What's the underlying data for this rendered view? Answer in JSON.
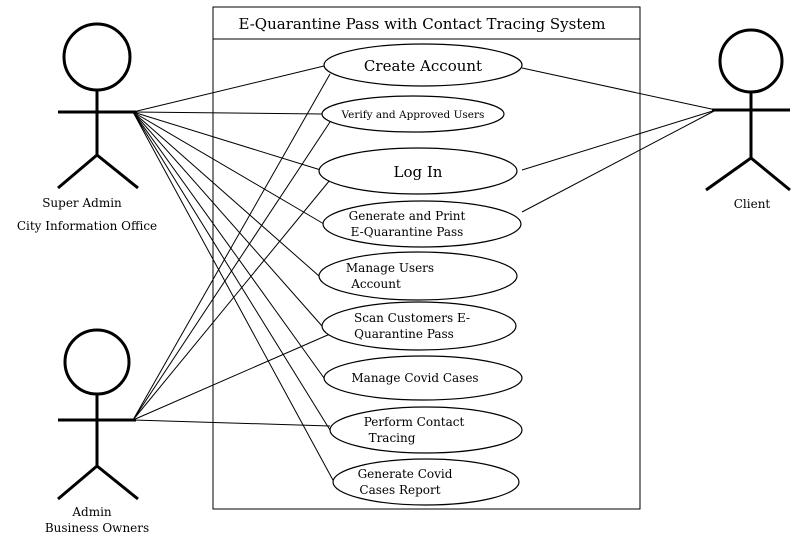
{
  "system": {
    "title": "E-Quarantine Pass with Contact Tracing System"
  },
  "actors": {
    "super_admin": {
      "line1": "Super Admin",
      "line2": "City Information Office"
    },
    "admin": {
      "line1": "Admin",
      "line2": "Business Owners"
    },
    "client": {
      "line1": "Client"
    }
  },
  "use_cases": {
    "create_account": {
      "line1": "Create Account"
    },
    "verify_users": {
      "line1": "Verify and Approved Users"
    },
    "log_in": {
      "line1": "Log In"
    },
    "generate_pass": {
      "line1": "Generate and Print",
      "line2": "E-Quarantine Pass"
    },
    "manage_users": {
      "line1": "Manage Users",
      "line2": "Account"
    },
    "scan_pass": {
      "line1": "Scan Customers E-",
      "line2": "Quarantine Pass"
    },
    "manage_covid": {
      "line1": "Manage Covid Cases"
    },
    "contact_tracing": {
      "line1": "Perform Contact",
      "line2": "Tracing"
    },
    "covid_report": {
      "line1": "Generate Covid",
      "line2": "Cases Report"
    }
  }
}
